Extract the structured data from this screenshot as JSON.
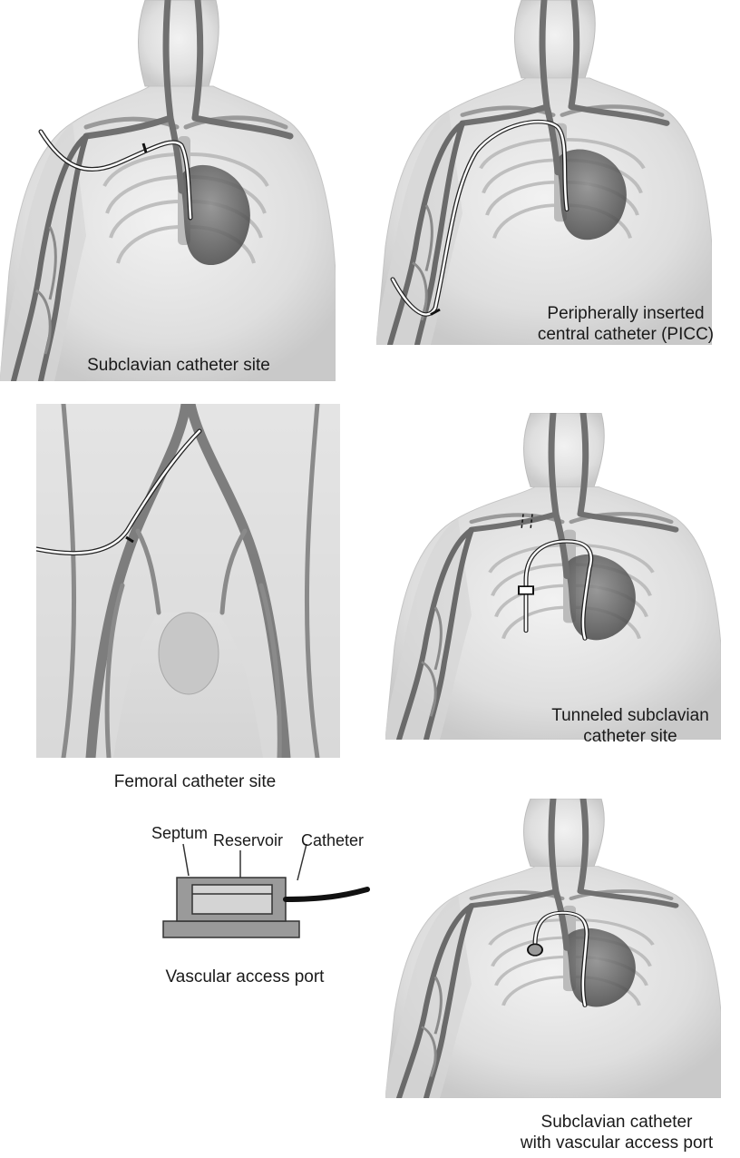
{
  "figure": {
    "panels": [
      {
        "id": "subclavian",
        "caption_lines": [
          "Subclavian catheter site"
        ]
      },
      {
        "id": "picc",
        "caption_lines": [
          "Peripherally inserted",
          "central catheter (PICC)"
        ]
      },
      {
        "id": "femoral",
        "caption_lines": [
          "Femoral catheter site"
        ]
      },
      {
        "id": "tunneled",
        "caption_lines": [
          "Tunneled subclavian",
          "catheter site"
        ]
      },
      {
        "id": "port-diagram",
        "caption_lines": [
          "Vascular access port"
        ],
        "labels": {
          "septum": "Septum",
          "reservoir": "Reservoir",
          "catheter": "Catheter"
        }
      },
      {
        "id": "port-site",
        "caption_lines": [
          "Subclavian catheter",
          "with vascular access port"
        ]
      }
    ]
  },
  "colors": {
    "vein": "#7a7a7a",
    "vein_dark": "#3d3d3d",
    "skin": "#e3e3e3",
    "catheter": "#ffffff",
    "outline": "#222222"
  }
}
